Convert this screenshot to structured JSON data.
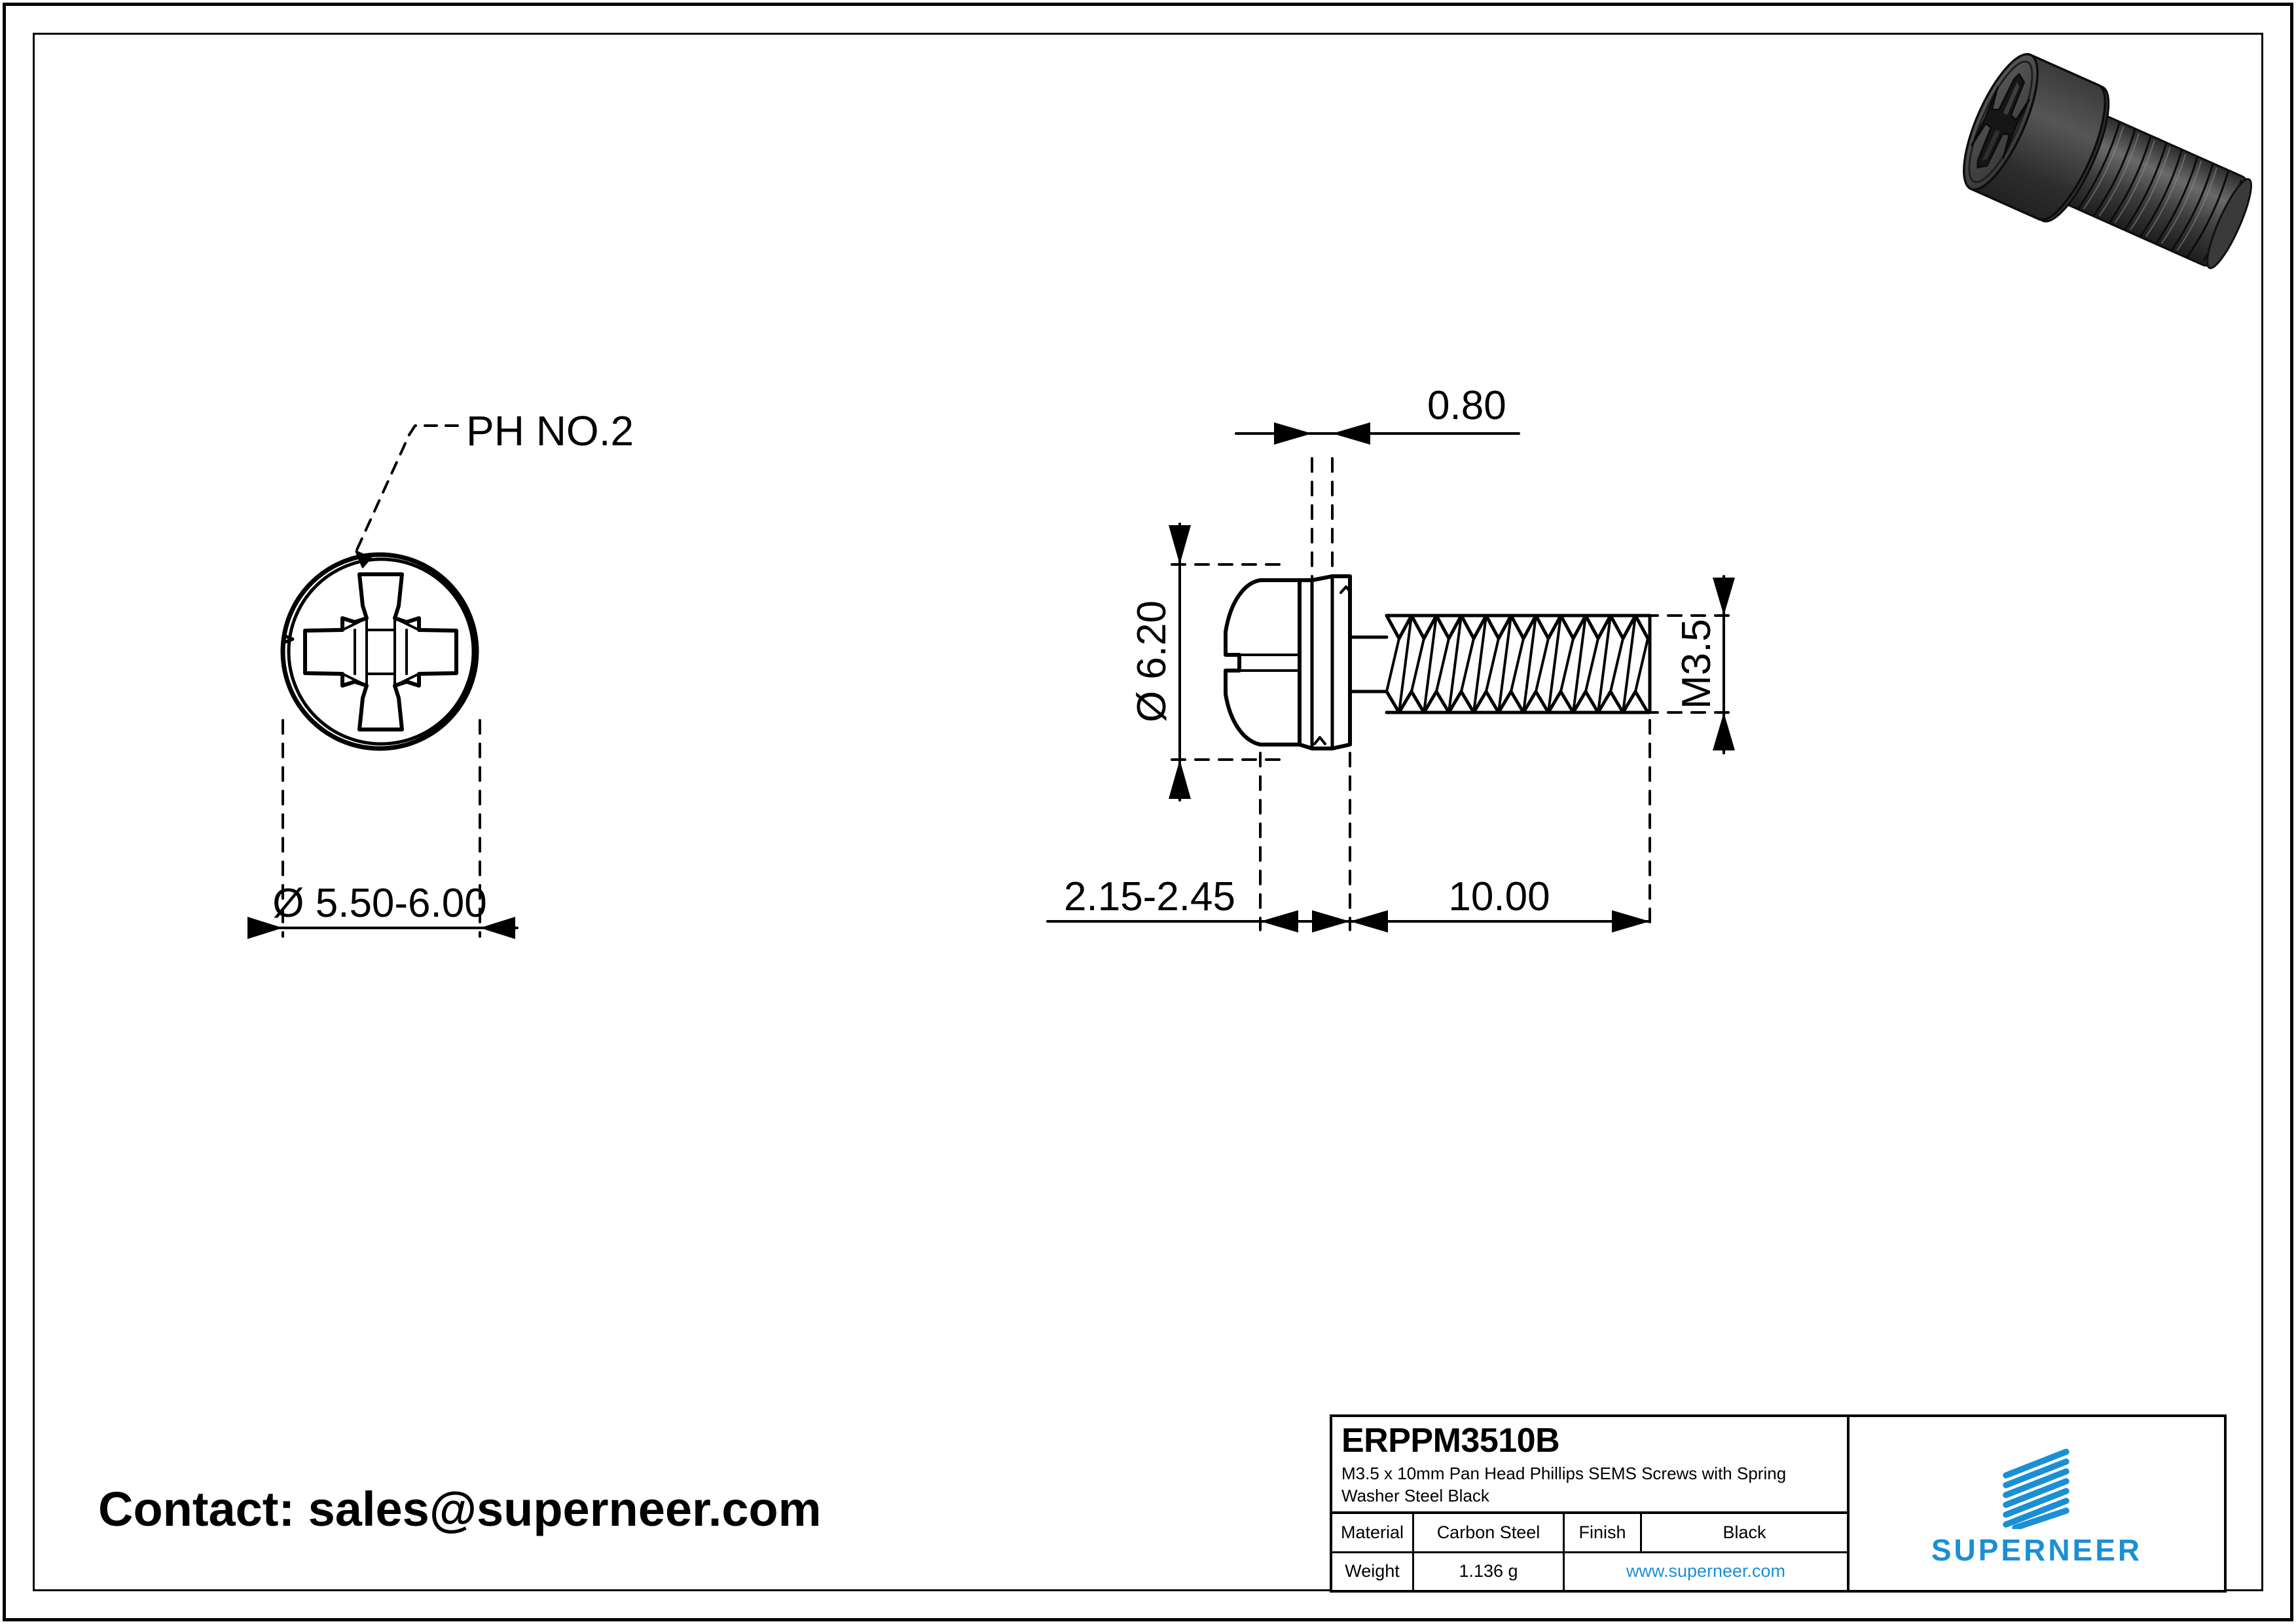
{
  "sheet": {
    "background": "#ffffff",
    "line_color": "#000000",
    "accent_color": "#1B8FD4"
  },
  "contact": {
    "text": "Contact: sales@superneer.com"
  },
  "front_view": {
    "callout_label": "PH NO.2",
    "diameter_dimension": "Ø 5.50-6.00"
  },
  "side_view": {
    "washer_thickness": "0.80",
    "head_diameter": "Ø 6.20",
    "thread_size": "M3.5",
    "head_height": "2.15-2.45",
    "thread_length": "10.00"
  },
  "title_block": {
    "part_code": "ERPPM3510B",
    "description": "M3.5 x 10mm Pan Head Phillips SEMS Screws with Spring Washer Steel Black",
    "material_label": "Material",
    "material_value": "Carbon Steel",
    "finish_label": "Finish",
    "finish_value": "Black",
    "weight_label": "Weight",
    "weight_value": "1.136 g",
    "website": "www.superneer.com",
    "brand": "SUPERNEER"
  }
}
